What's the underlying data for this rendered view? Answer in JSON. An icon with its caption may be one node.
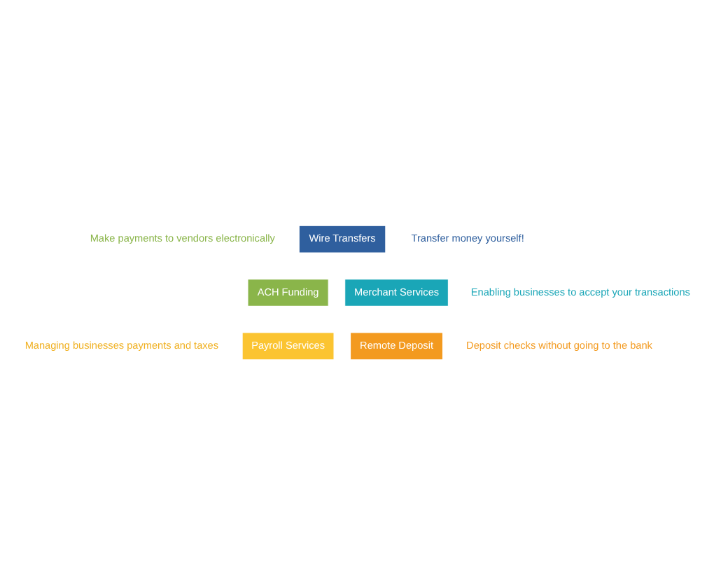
{
  "diagram": {
    "nodes": [
      {
        "text": [
          "Wire Transfers"
        ],
        "beside": [
          "Transfer money yourself!"
        ]
      },
      {
        "text": [
          "Merchant Services"
        ],
        "beside": [
          "Enabling businesses to accept your transactions"
        ]
      },
      {
        "text": [
          "Remote Deposit"
        ],
        "beside": [
          "Deposit checks without going to the bank"
        ]
      },
      {
        "text": [
          "Payroll Services"
        ],
        "beside": [
          "Managing businesses payments and taxes"
        ]
      },
      {
        "text": [
          "ACH Funding"
        ],
        "beside": [
          "Make payments to vendors electronically"
        ]
      }
    ]
  }
}
